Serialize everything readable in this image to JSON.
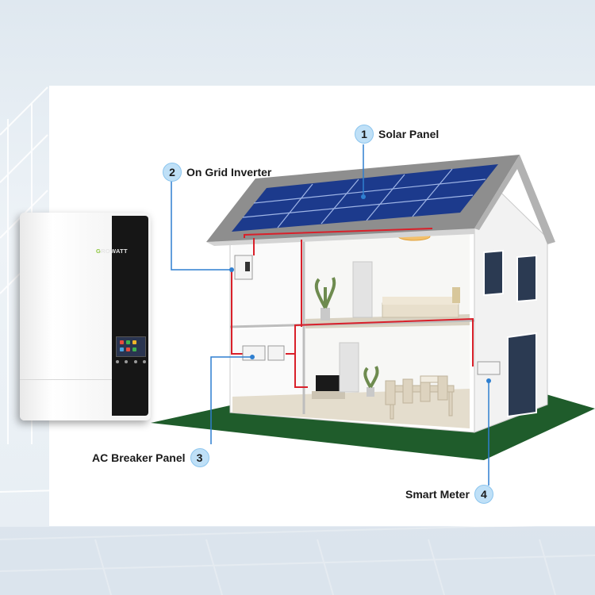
{
  "labels": [
    {
      "number": "1",
      "text": "Solar Panel"
    },
    {
      "number": "2",
      "text": "On Grid Inverter"
    },
    {
      "number": "3",
      "text": "AC Breaker Panel"
    },
    {
      "number": "4",
      "text": "Smart Meter"
    }
  ],
  "inverter": {
    "brand_initial": "G",
    "brand_rest": "ROWATT"
  },
  "colors": {
    "wire": "#d9202a",
    "leader": "#2f7fd0",
    "ground": "#1f5c2b",
    "roof": "#9c9c9c",
    "panel": "#1c3a8c",
    "badge": "#bfe0f7"
  }
}
